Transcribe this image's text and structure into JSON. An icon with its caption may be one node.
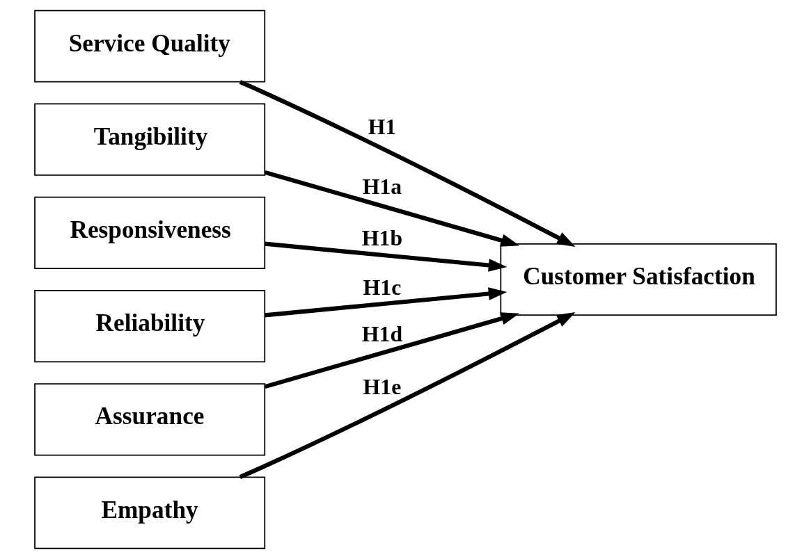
{
  "diagram": {
    "nodes": [
      {
        "text": [
          "Service Quality"
        ]
      },
      {
        "text": [
          "Tangibility"
        ]
      },
      {
        "text": [
          "Responsiveness"
        ]
      },
      {
        "text": [
          "Reliability"
        ]
      },
      {
        "text": [
          "Assurance"
        ]
      },
      {
        "text": [
          "Empathy"
        ]
      },
      {
        "text": [
          "Customer Satisfaction"
        ]
      }
    ],
    "edges": [
      {
        "from": 0,
        "to": 6,
        "arrow": "to",
        "label": "H1"
      },
      {
        "from": 1,
        "to": 6,
        "arrow": "to",
        "label": "H1a"
      },
      {
        "from": 2,
        "to": 6,
        "arrow": "to",
        "label": "H1b"
      },
      {
        "from": 3,
        "to": 6,
        "arrow": "to",
        "label": "H1c"
      },
      {
        "from": 4,
        "to": 6,
        "arrow": "to",
        "label": "H1d"
      },
      {
        "from": 5,
        "to": 6,
        "arrow": "to",
        "label": "H1e"
      }
    ]
  }
}
